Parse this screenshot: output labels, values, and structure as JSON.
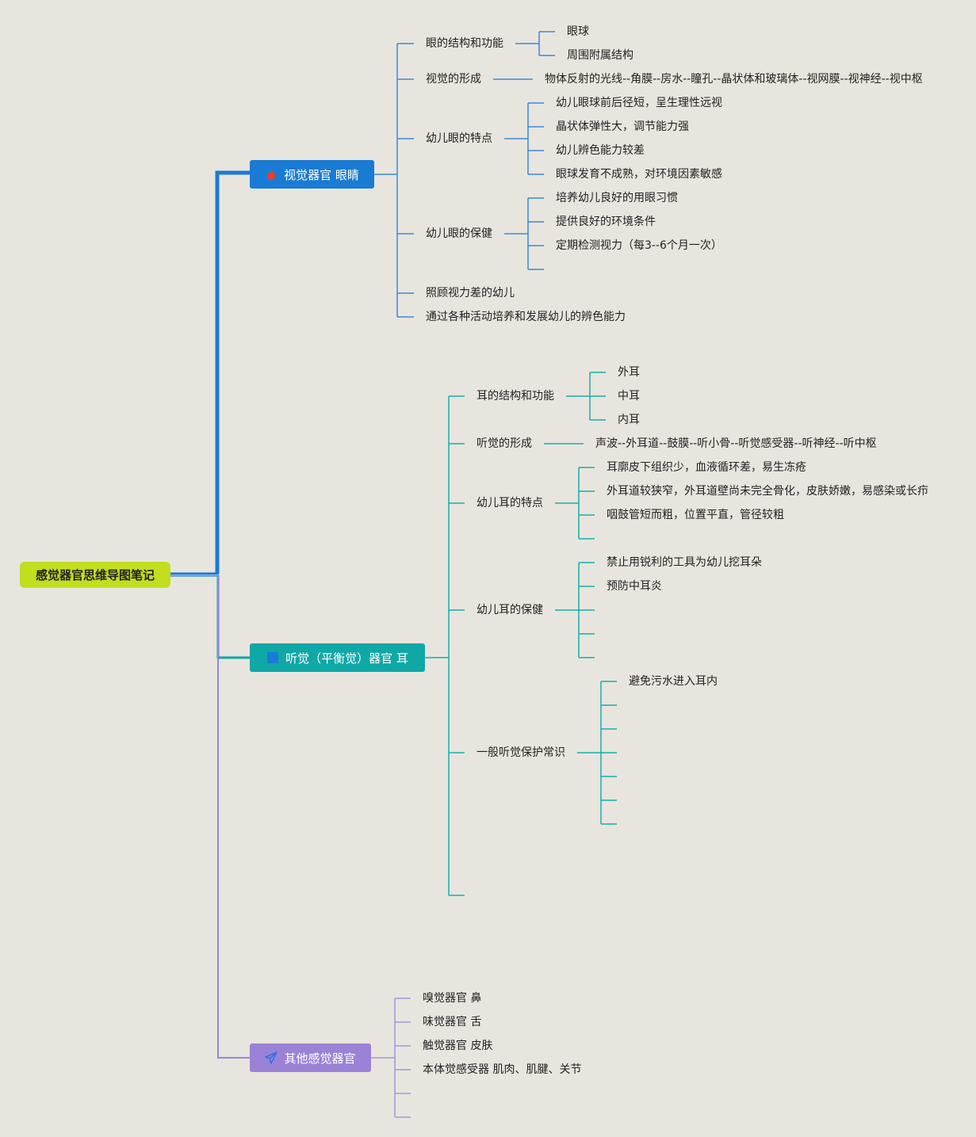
{
  "root": {
    "label": "感觉器官思维导图笔记"
  },
  "branches": {
    "vision": {
      "label": "视觉器官 眼睛",
      "icon": "fire-icon",
      "color": "#1a7bd5",
      "children": {
        "structure": {
          "label": "眼的结构和功能",
          "items": [
            "眼球",
            "周围附属结构"
          ]
        },
        "formation": {
          "label": "视觉的形成",
          "detail": "物体反射的光线--角膜--房水--瞳孔--晶状体和玻璃体--视网膜--视神经--视中枢"
        },
        "features": {
          "label": "幼儿眼的特点",
          "items": [
            "幼儿眼球前后径短，呈生理性远视",
            "晶状体弹性大，调节能力强",
            "幼儿辨色能力较差",
            "眼球发育不成熟，对环境因素敏感"
          ]
        },
        "care": {
          "label": "幼儿眼的保健",
          "items": [
            "培养幼儿良好的用眼习惯",
            "提供良好的环境条件",
            "定期检测视力（每3--6个月一次）"
          ]
        },
        "poor": {
          "label": "照顾视力差的幼儿"
        },
        "color_ability": {
          "label": "通过各种活动培养和发展幼儿的辨色能力"
        }
      }
    },
    "hearing": {
      "label": "听觉（平衡觉）器官 耳",
      "icon": "square-icon",
      "color": "#0fa8a6",
      "children": {
        "structure": {
          "label": "耳的结构和功能",
          "items": [
            "外耳",
            "中耳",
            "内耳"
          ]
        },
        "formation": {
          "label": "听觉的形成",
          "detail": "声波--外耳道--鼓膜--听小骨--听觉感受器--听神经--听中枢"
        },
        "features": {
          "label": "幼儿耳的特点",
          "items": [
            "耳廓皮下组织少，血液循环差，易生冻疮",
            "外耳道较狭窄，外耳道壁尚未完全骨化，皮肤娇嫩，易感染或长疖",
            "咽鼓管短而粗，位置平直，管径较粗"
          ]
        },
        "care": {
          "label": "幼儿耳的保健",
          "items": [
            "禁止用锐利的工具为幼儿挖耳朵",
            "预防中耳炎"
          ]
        },
        "general": {
          "label": "一般听觉保护常识",
          "items": [
            "避免污水进入耳内"
          ]
        }
      }
    },
    "other": {
      "label": "其他感觉器官",
      "icon": "paper-plane-icon",
      "color": "#9a83d7",
      "items": [
        "嗅觉器官 鼻",
        "味觉器官 舌",
        "触觉器官 皮肤",
        "本体觉感受器 肌肉、肌腱、关节"
      ]
    }
  }
}
